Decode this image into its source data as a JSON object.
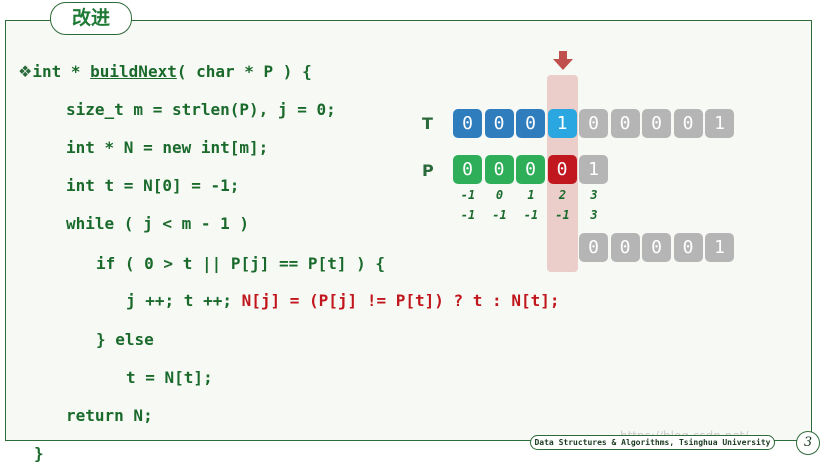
{
  "title": "改进",
  "code": {
    "bullet": "❖",
    "sig_pre": "int * ",
    "sig_fn": "buildNext",
    "sig_post": "( char * P ) {",
    "l2": "size_t m = strlen(P), j = 0;",
    "l3": "int * N = new int[m];",
    "l4": "int t = N[0] = -1;",
    "l5": "while ( j < m - 1 )",
    "l6": "if ( 0 > t || P[j] == P[t] ) {",
    "l7_pre": "j ++; t ++; ",
    "l7_red": "N[j] = (P[j] != P[t]) ? t : N[t];",
    "l8": "} else",
    "l9": "t = N[t];",
    "l10": "return N;",
    "l11": "}"
  },
  "figure": {
    "t_label": "T",
    "p_label": "P",
    "t_cells": [
      "0",
      "0",
      "0",
      "1",
      "0",
      "0",
      "0",
      "0",
      "1"
    ],
    "p_cells": [
      "0",
      "0",
      "0",
      "0",
      "1"
    ],
    "next_row": [
      "-1",
      "0",
      "1",
      "2",
      "3"
    ],
    "improved_row": [
      "-1",
      "-1",
      "-1",
      "-1",
      "3"
    ],
    "shifted_cells": [
      "0",
      "0",
      "0",
      "0",
      "1"
    ]
  },
  "colors": {
    "t_blue": "#2f7dbd",
    "t_current": "#2aa7e0",
    "p_green": "#2fae5a",
    "p_mismatch": "#c0181e",
    "gray": "#b5b5b5",
    "arrow": "#c0504d"
  },
  "footer": "Data Structures & Algorithms, Tsinghua University",
  "page_number": "3",
  "watermark": "https://blog.csdn.net/..."
}
